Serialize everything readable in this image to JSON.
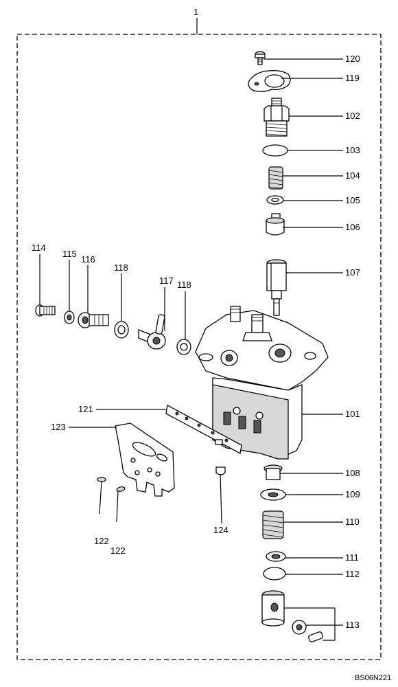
{
  "assembly_number": "1",
  "drawing_code": "BS06N221",
  "callouts": [
    {
      "id": "120",
      "label": "120"
    },
    {
      "id": "119",
      "label": "119"
    },
    {
      "id": "102",
      "label": "102"
    },
    {
      "id": "103",
      "label": "103"
    },
    {
      "id": "104",
      "label": "104"
    },
    {
      "id": "105",
      "label": "105"
    },
    {
      "id": "106",
      "label": "106"
    },
    {
      "id": "107",
      "label": "107"
    },
    {
      "id": "101",
      "label": "101"
    },
    {
      "id": "108",
      "label": "108"
    },
    {
      "id": "109",
      "label": "109"
    },
    {
      "id": "110",
      "label": "110"
    },
    {
      "id": "111",
      "label": "111"
    },
    {
      "id": "112",
      "label": "112"
    },
    {
      "id": "113",
      "label": "113"
    },
    {
      "id": "114",
      "label": "114"
    },
    {
      "id": "115",
      "label": "115"
    },
    {
      "id": "116",
      "label": "116"
    },
    {
      "id": "118a",
      "label": "118"
    },
    {
      "id": "117",
      "label": "117"
    },
    {
      "id": "118b",
      "label": "118"
    },
    {
      "id": "121",
      "label": "121"
    },
    {
      "id": "123",
      "label": "123"
    },
    {
      "id": "124",
      "label": "124"
    },
    {
      "id": "122a",
      "label": "122"
    },
    {
      "id": "122b",
      "label": "122"
    }
  ]
}
